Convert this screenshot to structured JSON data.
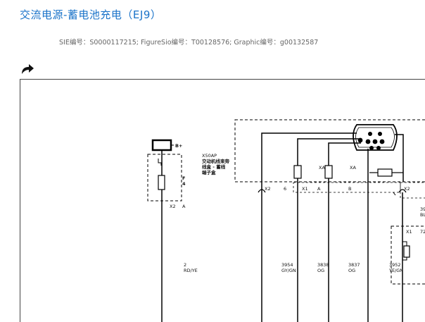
{
  "header": {
    "title": "交流电源-蓄电池充电（EJ9）",
    "meta": "SIE编号：S0000117215;  FigureSio编号：T00128576;  Graphic编号：g00132587"
  },
  "toolbar": {
    "redirect_icon": "redirect-arrow-icon"
  },
  "diagram": {
    "battery_label": "B+",
    "fuse_label_f": "F",
    "fuse_label_num": "4",
    "fuse_connector": "X2",
    "fuse_pin": "A",
    "module_title_1": "X50AP",
    "module_title_2": "交动机线束旁",
    "module_title_3": "线盒 - 蓄线",
    "module_title_4": "端子盒",
    "conn_x2_left": "X2",
    "pin_6": "6",
    "conn_x1": "X1",
    "pin_a": "A",
    "pin_b": "B",
    "conn_xa_1": "XA",
    "conn_xa_2": "XA",
    "conn_x2_right": "X2",
    "conn_x1_right": "X1",
    "pin_72": "72",
    "right_wire_top_1": "39",
    "right_wire_top_2": "BL",
    "wires": [
      {
        "circuit": "2",
        "color": "RD/YE"
      },
      {
        "circuit": "3954",
        "color": "GY/GN"
      },
      {
        "circuit": "3838",
        "color": "OG"
      },
      {
        "circuit": "3837",
        "color": "OG"
      },
      {
        "circuit": "3952",
        "color": "YE/GN"
      }
    ]
  }
}
